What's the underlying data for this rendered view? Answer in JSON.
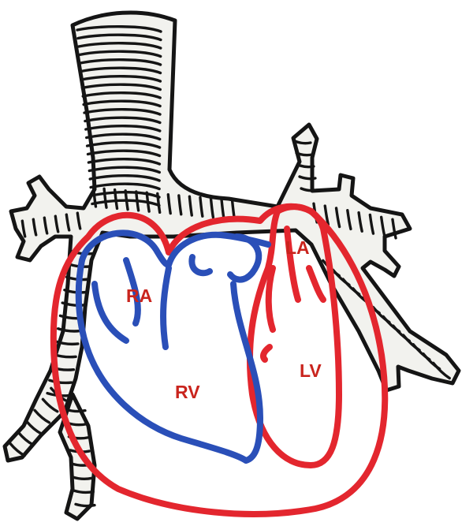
{
  "colors": {
    "oxygenated": "#e3262e",
    "deoxygenated": "#2a4fb8",
    "label": "#c9241d",
    "airway_outline": "#151515",
    "airway_fill": "#f2f2ee"
  },
  "labels": {
    "right_atrium": "RA",
    "left_atrium": "LA",
    "right_ventricle": "RV",
    "left_ventricle": "LV"
  }
}
